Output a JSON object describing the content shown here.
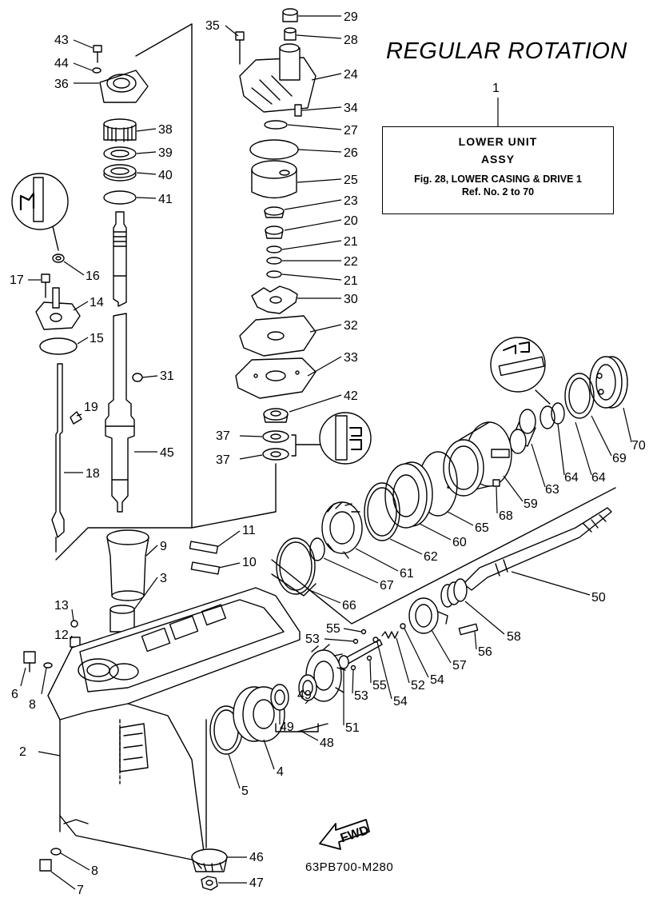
{
  "title": "REGULAR ROTATION",
  "ref_box": {
    "ref_number": "1",
    "line1": "LOWER  UNIT",
    "line2": "ASSY",
    "line3": "Fig. 28, LOWER CASING & DRIVE 1",
    "line4": "Ref. No. 2 to 70"
  },
  "drawing_code": "63PB700-M280",
  "fwd_label": "FWD",
  "callouts": [
    "29",
    "28",
    "35",
    "24",
    "34",
    "27",
    "26",
    "25",
    "23",
    "20",
    "21",
    "22",
    "21",
    "30",
    "32",
    "33",
    "42",
    "37",
    "37",
    "43",
    "44",
    "36",
    "38",
    "39",
    "40",
    "41",
    "16",
    "17",
    "14",
    "15",
    "31",
    "19",
    "45",
    "18",
    "9",
    "3",
    "11",
    "10",
    "13",
    "12",
    "6",
    "8",
    "2",
    "8",
    "7",
    "4",
    "5",
    "46",
    "47",
    "59",
    "63",
    "64",
    "64",
    "69",
    "70",
    "68",
    "65",
    "60",
    "62",
    "61",
    "67",
    "66",
    "50",
    "58",
    "55",
    "53",
    "56",
    "57",
    "54",
    "52",
    "55",
    "53",
    "54",
    "51",
    "49",
    "49",
    "48"
  ]
}
